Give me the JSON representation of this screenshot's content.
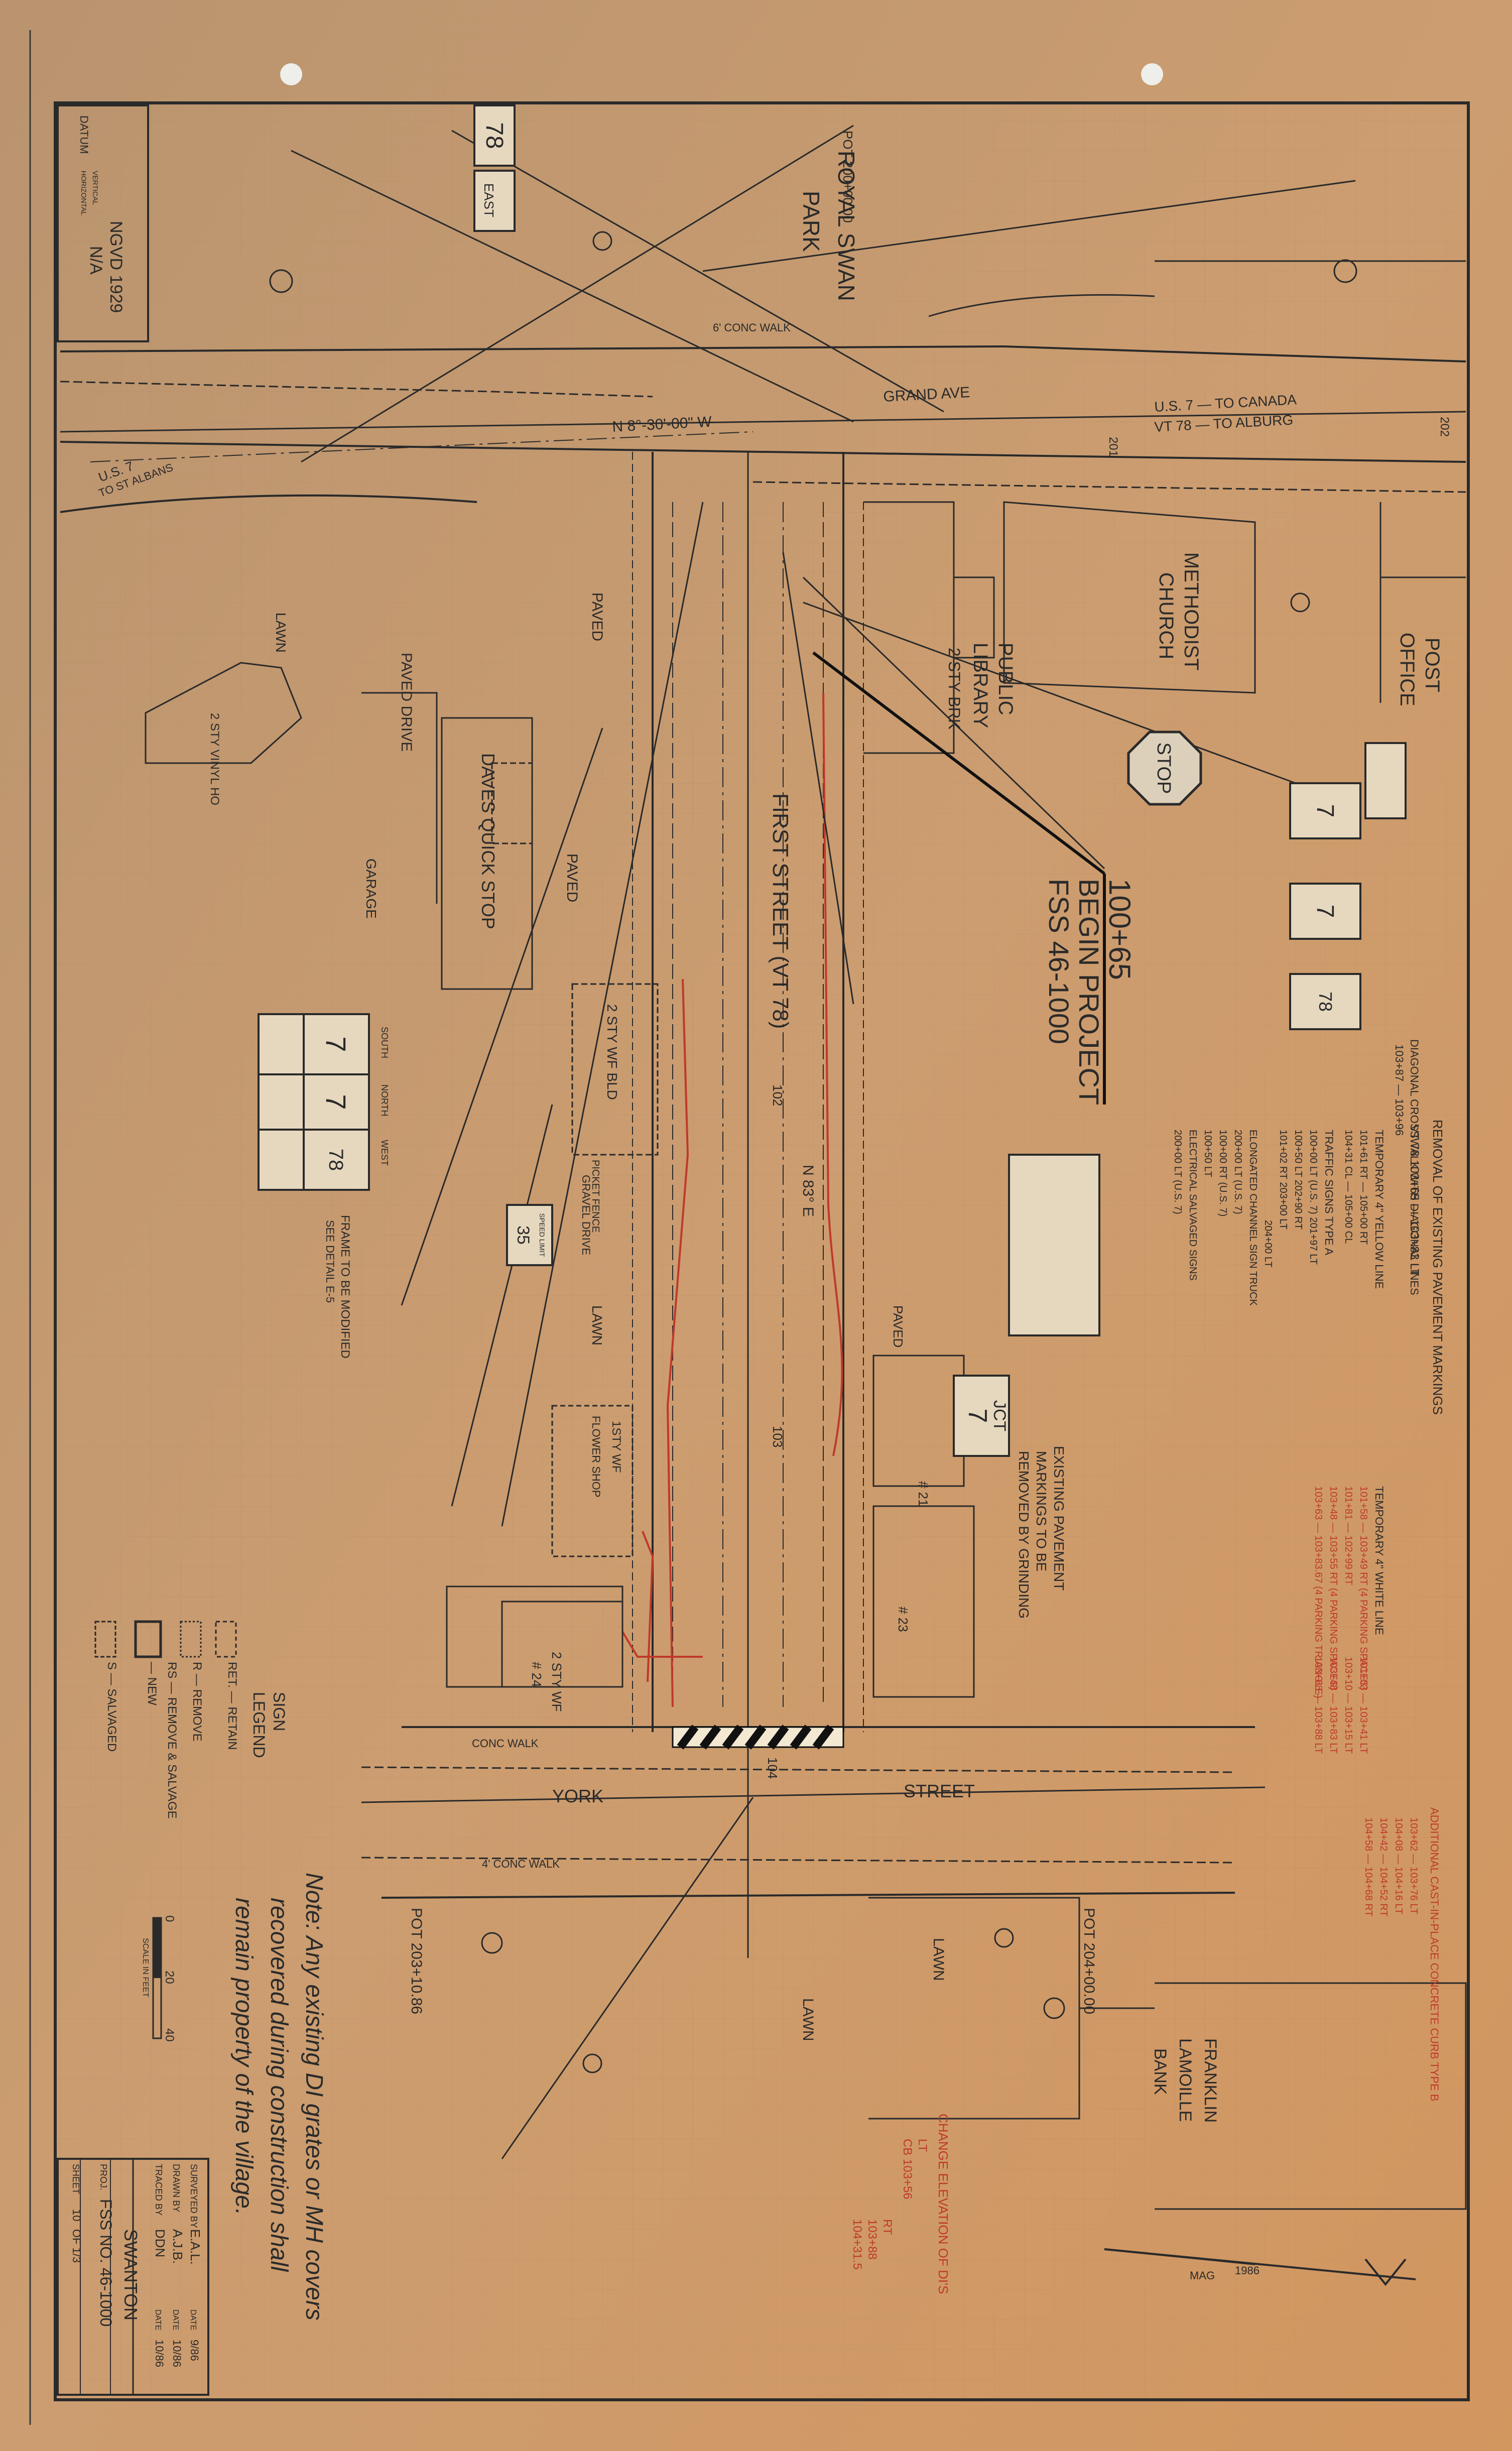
{
  "datum": {
    "title": "DATUM",
    "vertical_label": "VERTICAL",
    "horizontal_label": "HORIZONTAL",
    "vertical_value": "NGVD 1929",
    "horizontal_value": "N/A"
  },
  "project_marker": {
    "station": "100+65",
    "line1": "BEGIN PROJECT",
    "line2": "FSS 46-1000"
  },
  "streets": {
    "grand_ave": "GRAND AVE",
    "first_street": "FIRST STREET (VT 78)",
    "york_street": "YORK",
    "york_street_2": "STREET",
    "us7_canada": "U.S. 7 — TO CANADA",
    "vt78_alburg": "VT 78 — TO ALBURG",
    "us7_st_albans": "U.S. 7",
    "us7_st_albans_2": "TO ST ALBANS",
    "bearing_main": "N 8°-30'-00\" W",
    "bearing_first": "N 83° E"
  },
  "labels": {
    "royal_swan": "ROYAL SWAN",
    "park": "PARK",
    "public_library": "PUBLIC",
    "public_library_2": "LIBRARY",
    "library_desc": "2 STY BRK",
    "methodist_church": "METHODIST",
    "methodist_church_2": "CHURCH",
    "post_office": "POST",
    "post_office_2": "OFFICE",
    "daves_quick_stop": "DAVES QUICK STOP",
    "paved_drive": "PAVED DRIVE",
    "paved": "PAVED",
    "paved_2": "PAVED",
    "paved_3": "PAVED",
    "garage": "GARAGE",
    "lawn": "LAWN",
    "lawn_2": "LAWN",
    "lawn_3": "LAWN",
    "lawn_4": "LAWN",
    "flower_shop": "1STY WF",
    "flower_shop_2": "FLOWER SHOP",
    "franklin_bank": "FRANKLIN",
    "franklin_bank_2": "LAMOILLE",
    "franklin_bank_3": "BANK",
    "two_sty_wf": "2 STY WF BLD",
    "two_sty_vinyl": "2 STY VINYL HO",
    "gravel_drive": "GRAVEL DRIVE",
    "conc_walk": "CONC WALK",
    "conc_walk_6": "6' CONC WALK",
    "conc_walk_4": "4' CONC WALK",
    "picket_fence": "PICKET FENCE",
    "stop_sign": "STOP",
    "speed_limit": "SPEED LIMIT",
    "speed_value": "35",
    "pot_203": "POT 203+10.86",
    "pot_204": "POT 204+00.00",
    "pot_200": "POT 200+00.00",
    "station_102": "102",
    "station_103": "103",
    "station_104": "104",
    "station_201": "201",
    "station_202": "202",
    "sheet_pct": "2 STY WF",
    "sheet_num": "# 24",
    "sheet_num_2": "# 23",
    "sheet_num_3": "# 21",
    "route_78": "78",
    "route_7": "7",
    "east": "EAST",
    "south": "SOUTH",
    "north": "NORTH",
    "west": "WEST",
    "jct": "JCT",
    "frame_note": "FRAME TO BE MODIFIED",
    "frame_note_2": "SEE DETAIL E-5",
    "existing_marking": "EXISTING PAVEMENT",
    "existing_marking_2": "MARKINGS TO BE",
    "existing_marking_3": "REMOVED BY GRINDING",
    "mag": "MAG",
    "mag_year": "1986",
    "scale": "SCALE IN FEET",
    "scale_0": "0",
    "scale_20": "20",
    "scale_40": "40"
  },
  "sign_legend": {
    "title": "SIGN",
    "title_2": "LEGEND",
    "retain": "RET. — RETAIN",
    "remove": "R — REMOVE",
    "rs": "RS — REMOVE & SALVAGE",
    "new": "— NEW",
    "salvaged": "S — SALVAGED"
  },
  "removal_notes": {
    "heading": "REMOVAL OF EXISTING PAVEMENT MARKINGS",
    "line1": "VT 78  103+65 — 103+83 LT",
    "crosswalk": "DIAGONAL CROSSWALK WITH DIAGONAL LINES",
    "crosswalk_2": "103+87 — 103+96",
    "temp_yellow": "TEMPORARY 4\" YELLOW LINE",
    "temp_yellow_2": "101+61 RT — 105+00 RT",
    "temp_yellow_3": "104+31 CL — 105+00 CL",
    "traffic_signs": "TRAFFIC SIGNS TYPE A",
    "ts1": "100+00 LT (U.S. 7)   201+97 LT",
    "ts2": "100+50 LT   202+90 RT",
    "ts3": "101+02 RT   203+00 LT",
    "ts4": "204+00 LT",
    "elongated": "ELONGATED CHANNEL SIGN TRUCK",
    "ts5": "200+00 LT (U.S. 7)",
    "ts6": "100+00 RT (U.S. 7)",
    "ts7": "100+50 LT",
    "salvaged_signs": "ELECTRICAL SALVAGED SIGNS",
    "ts8": "200+00 LT (U.S. 7)"
  },
  "temp_white": {
    "heading": "TEMPORARY 4\" WHITE LINE",
    "w1": "101+58 — 103+49 RT (4 PARKING SPACES)",
    "w2": "101+81 — 102+99 RT",
    "w3": "103+48 — 103+55 RT (4 PARKING SPACES)",
    "w4": "103+63 — 103+83.67 (4 PARKING TRIANGLE)",
    "w5": "101+03 — 103+41 LT",
    "w6": "103+10 — 103+15 LT",
    "w7": "103+48 — 103+83 LT",
    "w8": "103+68 — 103+88 LT"
  },
  "additional": {
    "heading": "ADDITIONAL CAST-IN-PLACE CONCRETE CURB TYPE B",
    "c1": "103+62 — 103+76  LT",
    "c2": "104+08 — 104+16  LT",
    "c3": "104+42 — 104+52  RT",
    "c4": "104+58 — 104+68  RT"
  },
  "change_elevation": {
    "heading": "CHANGE ELEVATION OF DI'S",
    "lt": "LT",
    "lt_val": "CB 103+56",
    "rt": "RT",
    "rt_val": "103+88",
    "rt_val_2": "104+31.5"
  },
  "note": {
    "line1": "Note: Any existing DI grates or MH covers",
    "line2": "recovered during construction shall",
    "line3": "remain property of the village."
  },
  "title_block": {
    "surveyed_label": "SURVEYED BY",
    "surveyed": "E.A.L.",
    "surveyed_date": "9/86",
    "drawn_label": "DRAWN BY",
    "drawn": "A.J.B.",
    "drawn_date": "10/86",
    "traced_label": "TRACED BY",
    "traced": "DDN",
    "traced_date": "10/86",
    "date_label": "DATE",
    "town": "SWANTON",
    "project_label": "PROJ.",
    "project": "FSS NO. 46-1000",
    "sheet_label": "SHEET",
    "sheet": "10",
    "sheet_of": "OF 1/3"
  },
  "colors": {
    "paper": "#c79a6e",
    "ink": "#2a2a2a",
    "red_ink": "#c0392b"
  }
}
